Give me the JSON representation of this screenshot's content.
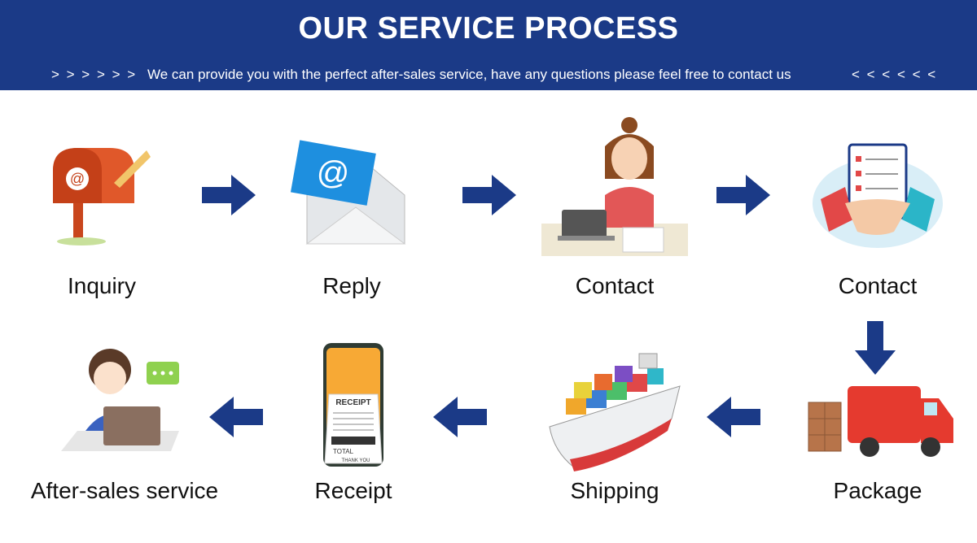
{
  "header": {
    "title": "OUR SERVICE PROCESS",
    "left_marks": "> > > > > >",
    "subtitle": "We can provide you with the perfect after-sales service, have any questions please feel free to contact us",
    "right_marks": "< < < < < <"
  },
  "steps": [
    {
      "label": "Inquiry",
      "icon": "mailbox-icon"
    },
    {
      "label": "Reply",
      "icon": "email-envelope-icon"
    },
    {
      "label": "Contact",
      "icon": "support-agent-icon"
    },
    {
      "label": "Contact",
      "icon": "handshake-contract-icon"
    },
    {
      "label": "Package",
      "icon": "delivery-truck-icon"
    },
    {
      "label": "Shipping",
      "icon": "cargo-ship-icon"
    },
    {
      "label": "Receipt",
      "icon": "receipt-phone-icon"
    },
    {
      "label": "After-sales service",
      "icon": "customer-service-icon"
    }
  ],
  "receipt_art": {
    "heading": "RECEIPT",
    "total": "TOTAL",
    "thanks": "THANK YOU"
  },
  "colors": {
    "header": "#1b3a87",
    "arrow": "#1b3a87"
  }
}
